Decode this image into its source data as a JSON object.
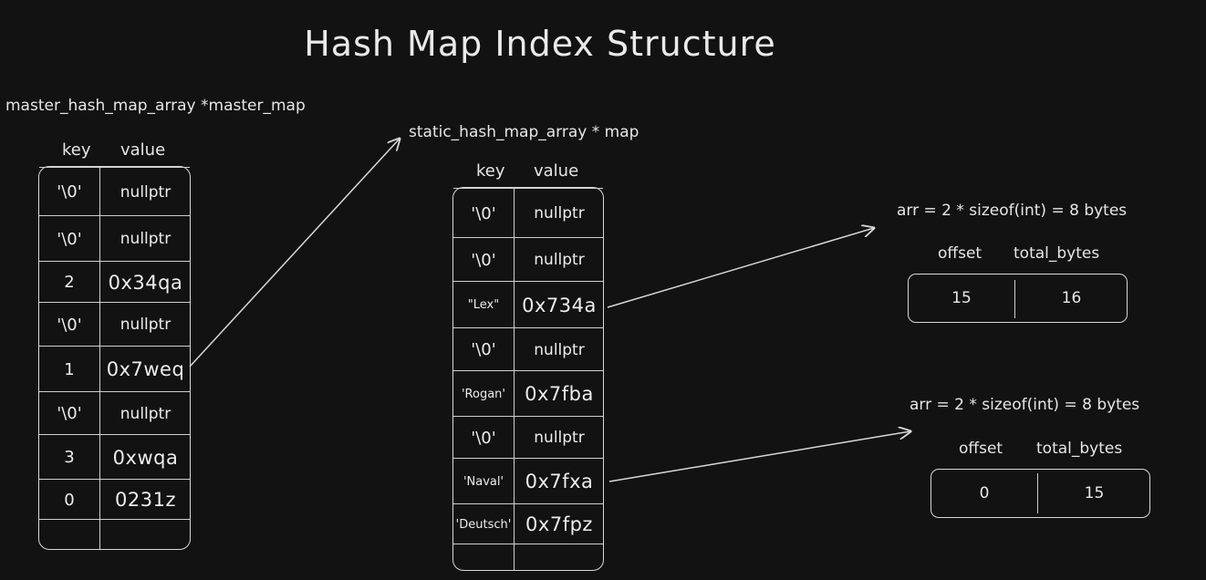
{
  "title": "Hash Map Index Structure",
  "master": {
    "label": "master_hash_map_array *master_map",
    "key_header": "key",
    "value_header": "value",
    "rows": [
      {
        "key": "'\\0'",
        "value": "nullptr"
      },
      {
        "key": "'\\0'",
        "value": "nullptr"
      },
      {
        "key": "2",
        "value": "0x34qa"
      },
      {
        "key": "'\\0'",
        "value": "nullptr"
      },
      {
        "key": "1",
        "value": "0x7weq"
      },
      {
        "key": "'\\0'",
        "value": "nullptr"
      },
      {
        "key": "3",
        "value": "0xwqa"
      },
      {
        "key": "0",
        "value": "0231z"
      },
      {
        "key": "",
        "value": ""
      }
    ]
  },
  "static": {
    "label": "static_hash_map_array * map",
    "key_header": "key",
    "value_header": "value",
    "rows": [
      {
        "key": "'\\0'",
        "value": "nullptr"
      },
      {
        "key": "'\\0'",
        "value": "nullptr"
      },
      {
        "key": "\"Lex\"",
        "value": "0x734a"
      },
      {
        "key": "'\\0'",
        "value": "nullptr"
      },
      {
        "key": "'Rogan'",
        "value": "0x7fba"
      },
      {
        "key": "'\\0'",
        "value": "nullptr"
      },
      {
        "key": "'Naval'",
        "value": "0x7fxa"
      },
      {
        "key": "'Deutsch'",
        "value": "0x7fpz"
      },
      {
        "key": "",
        "value": ""
      }
    ]
  },
  "arr_top": {
    "label": "arr = 2 * sizeof(int) = 8 bytes",
    "offset_header": "offset",
    "total_header": "total_bytes",
    "offset": "15",
    "total_bytes": "16"
  },
  "arr_bottom": {
    "label": "arr = 2 * sizeof(int) = 8 bytes",
    "offset_header": "offset",
    "total_header": "total_bytes",
    "offset": "0",
    "total_bytes": "15"
  }
}
